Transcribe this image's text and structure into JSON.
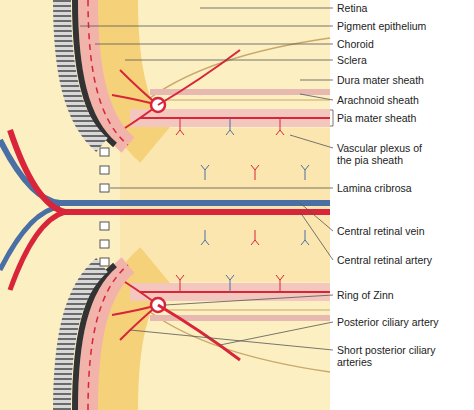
{
  "diagram": {
    "labels": [
      "Retina",
      "Pigment epithelium",
      "Choroid",
      "Sclera",
      "Dura mater sheath",
      "Arachnoid sheath",
      "Pia mater sheath",
      "Vascular plexus of the pia sheath",
      "Lamina cribrosa",
      "Central retinal vein",
      "Central retinal artery",
      "Ring of Zinn",
      "Posterior ciliary artery",
      "Short posterior ciliary arteries"
    ]
  }
}
